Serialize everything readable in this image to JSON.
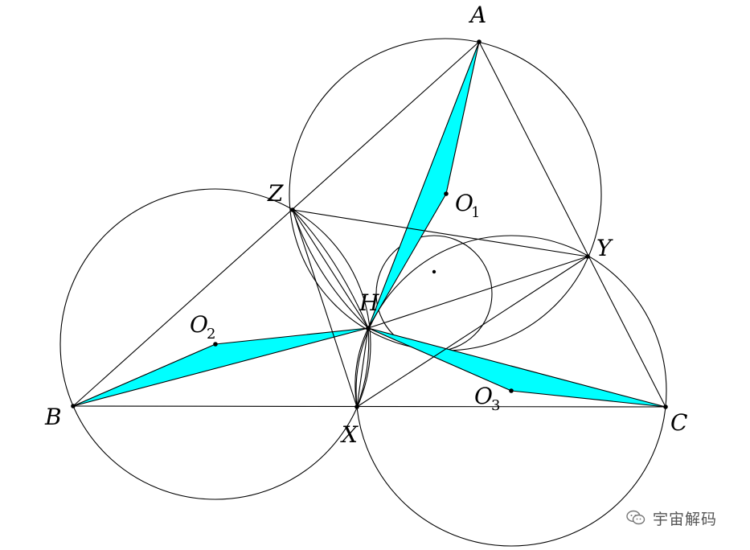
{
  "diagram": {
    "points": {
      "A": {
        "label": "A"
      },
      "B": {
        "label": "B"
      },
      "C": {
        "label": "C"
      },
      "X": {
        "label": "X"
      },
      "Y": {
        "label": "Y"
      },
      "Z": {
        "label": "Z"
      },
      "H": {
        "label": "H"
      },
      "O1": {
        "label": "O",
        "sub": "1"
      },
      "O2": {
        "label": "O",
        "sub": "2"
      },
      "O3": {
        "label": "O",
        "sub": "3"
      }
    },
    "fill_color": "#00ffff",
    "stroke_color": "#000000"
  },
  "watermark": {
    "icon": "wechat-icon",
    "text": "宇宙解码"
  }
}
